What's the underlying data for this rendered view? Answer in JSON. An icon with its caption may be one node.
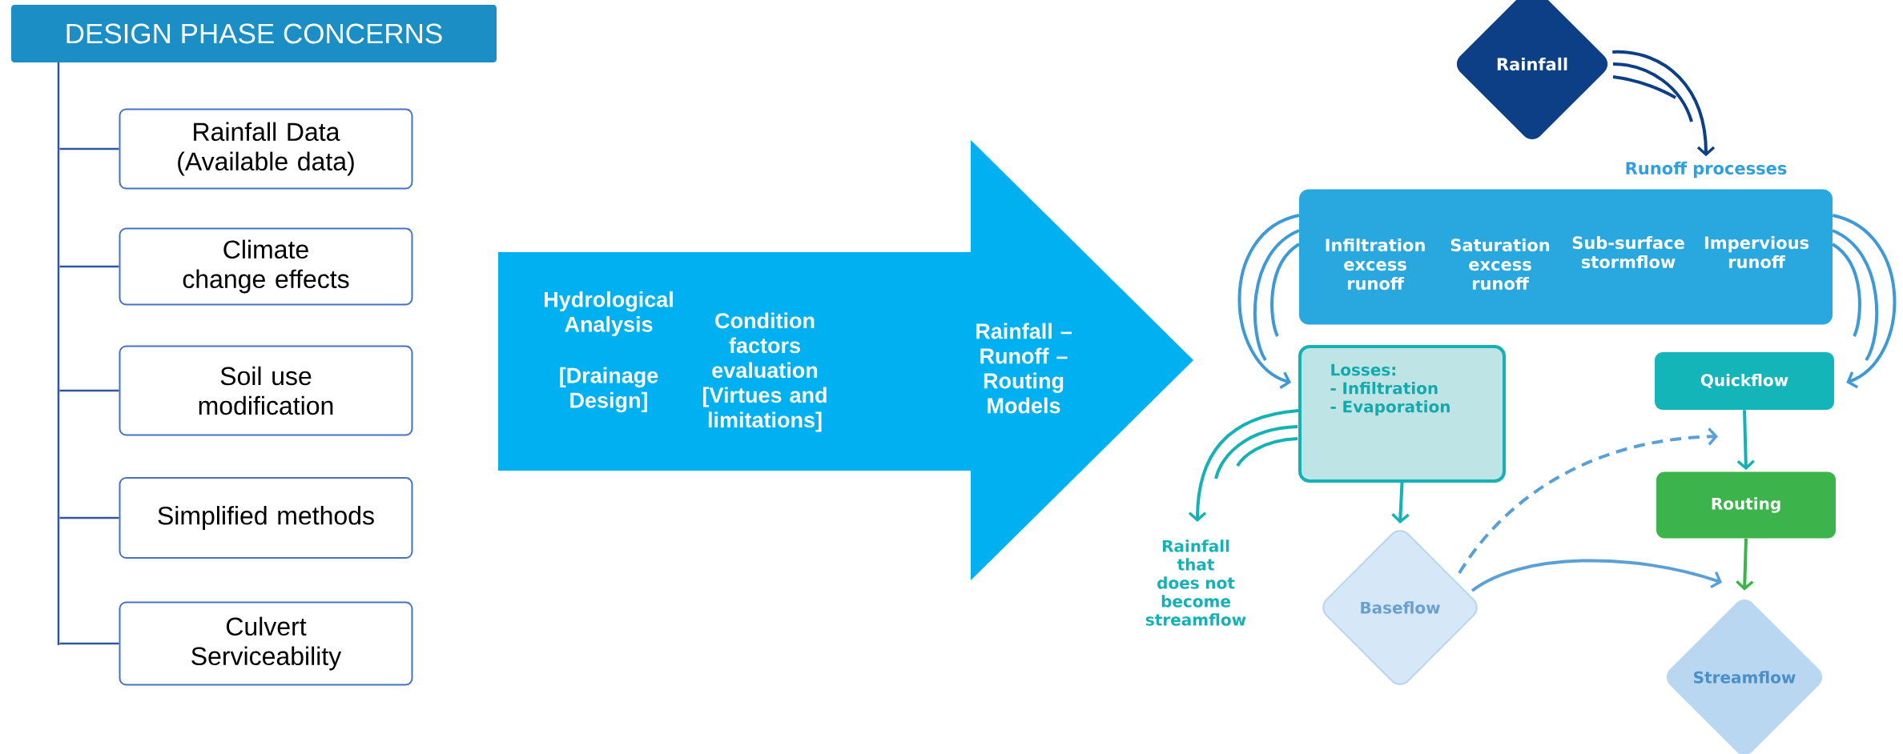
{
  "diagram": {
    "nodes": [
      {
        "text": [
          "DESIGN PHASE CONCERNS"
        ]
      },
      {
        "text": [
          "Rainfall Data (Available data)"
        ]
      },
      {
        "text": [
          "Climate change effects"
        ]
      },
      {
        "text": [
          "Soil use modification"
        ]
      },
      {
        "text": [
          "Simplified methods"
        ]
      },
      {
        "text": [
          "Culvert Serviceability"
        ]
      },
      {
        "text": [
          "Hydrological Analysis",
          "[Drainage Design]",
          "Condition factors evaluation [Virtues and limitations]",
          "Rainfall – Runoff – Routing Models"
        ]
      },
      {
        "text": [
          "Rainfall"
        ]
      },
      {
        "text": [
          "Runoff processes",
          "Infiltration excess runoff",
          "Saturation excess runoff",
          "Sub-surface stormflow",
          "Impervious runoff"
        ]
      },
      {
        "text": [
          "Losses:",
          "- Infiltration",
          "- Evaporation"
        ]
      },
      {
        "text": [
          "Quickflow"
        ]
      },
      {
        "text": [
          "Routing"
        ]
      },
      {
        "text": [
          "Rainfall that does not become streamflow"
        ]
      },
      {
        "text": [
          "Baseflow"
        ]
      },
      {
        "text": [
          "Streamflow"
        ]
      },
      {
        "text": [],
        "shape": "bar"
      }
    ],
    "edges": [
      {
        "from": 15,
        "to": 1,
        "arrow": "none"
      },
      {
        "from": 15,
        "to": 2,
        "arrow": "none"
      },
      {
        "from": 15,
        "to": 3,
        "arrow": "none"
      },
      {
        "from": 15,
        "to": 4,
        "arrow": "none"
      },
      {
        "from": 15,
        "to": 5,
        "arrow": "none"
      },
      {
        "from": 7,
        "to": 8,
        "arrow": "to",
        "color": "#0d3f87"
      },
      {
        "from": 8,
        "to": 9,
        "arrow": "to",
        "color": "#3d9ad6"
      },
      {
        "from": 8,
        "to": 10,
        "arrow": "to",
        "color": "#3d9ad6"
      },
      {
        "from": 9,
        "to": 12,
        "arrow": "to",
        "color": "#14b1b5"
      },
      {
        "from": 9,
        "to": 13,
        "arrow": "to",
        "color": "#14b1b5"
      },
      {
        "from": 10,
        "to": 11,
        "arrow": "to",
        "color": "#14b1b5"
      },
      {
        "from": 11,
        "to": 14,
        "arrow": "to",
        "color": "#3cb44b"
      },
      {
        "from": 13,
        "to": 10,
        "arrow": "to",
        "style": "dashed",
        "color": "#5aa0d8"
      },
      {
        "from": 13,
        "to": 14,
        "arrow": "to",
        "color": "#5aa0d8"
      }
    ]
  }
}
